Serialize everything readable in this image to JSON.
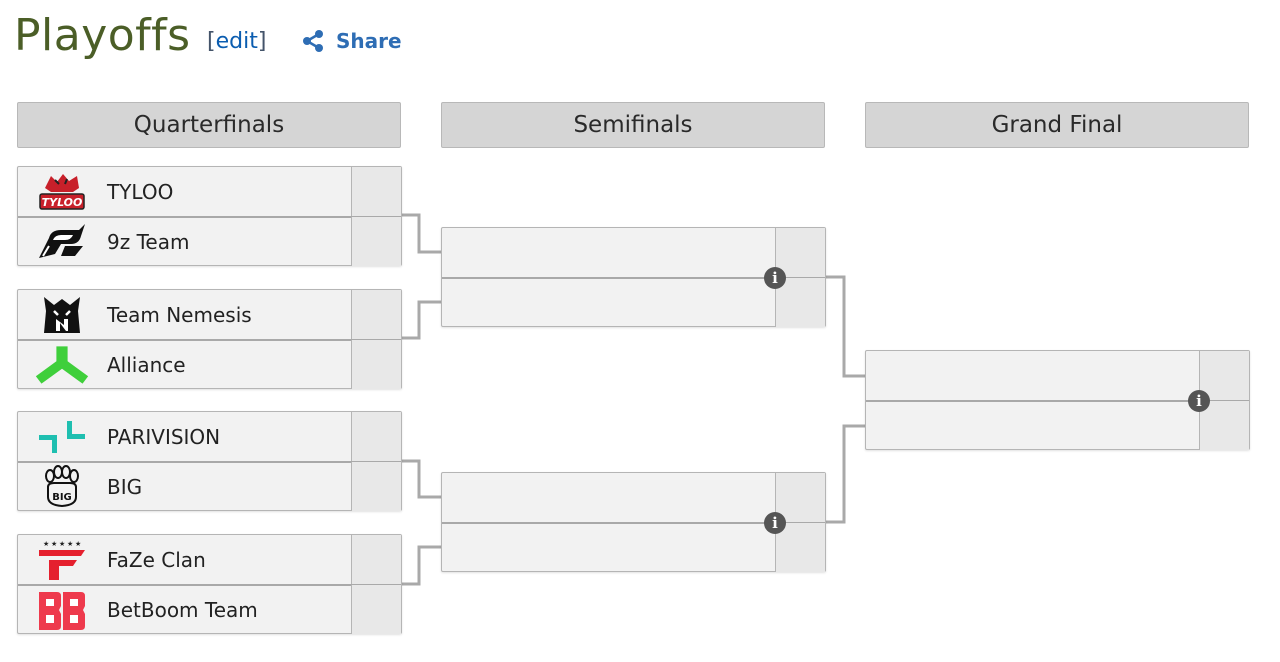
{
  "page": {
    "title": "Playoffs",
    "edit_open": "[",
    "edit_label": "edit",
    "edit_close": "]",
    "share_label": "Share"
  },
  "rounds": [
    {
      "label": "Quarterfinals"
    },
    {
      "label": "Semifinals"
    },
    {
      "label": "Grand Final"
    }
  ],
  "quarterfinals": [
    {
      "team1": "TYLOO",
      "team2": "9z Team"
    },
    {
      "team1": "Team Nemesis",
      "team2": "Alliance"
    },
    {
      "team1": "PARIVISION",
      "team2": "BIG"
    },
    {
      "team1": "FaZe Clan",
      "team2": "BetBoom Team"
    }
  ],
  "icons": {
    "share": "share-icon",
    "info": "info-icon",
    "info_glyph": "i"
  },
  "colors": {
    "title": "#4b5e27",
    "link": "#0b5db0",
    "header_bg": "#d5d5d5",
    "connector": "#a9a9a9",
    "tyloo": "#c8202a",
    "alliance": "#3fcf3b",
    "parivision": "#1fbfb0",
    "faze": "#e5202e",
    "betboom": "#ee3a4d"
  }
}
